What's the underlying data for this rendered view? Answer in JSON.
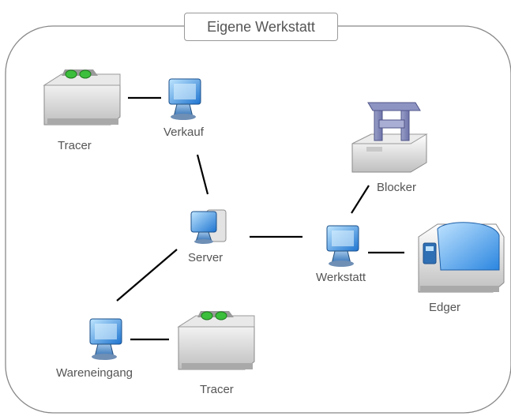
{
  "title": "Eigene Werkstatt",
  "nodes": {
    "tracer_top": "Tracer",
    "verkauf": "Verkauf",
    "server": "Server",
    "wareneingang": "Wareneingang",
    "tracer_bottom": "Tracer",
    "werkstatt": "Werkstatt",
    "blocker": "Blocker",
    "edger": "Edger"
  },
  "icons": {
    "tracer_top": "tracer-device-icon",
    "verkauf": "workstation-icon",
    "server": "server-icon",
    "wareneingang": "workstation-icon",
    "tracer_bottom": "tracer-device-icon",
    "werkstatt": "workstation-icon",
    "blocker": "blocker-press-icon",
    "edger": "edger-machine-icon"
  }
}
